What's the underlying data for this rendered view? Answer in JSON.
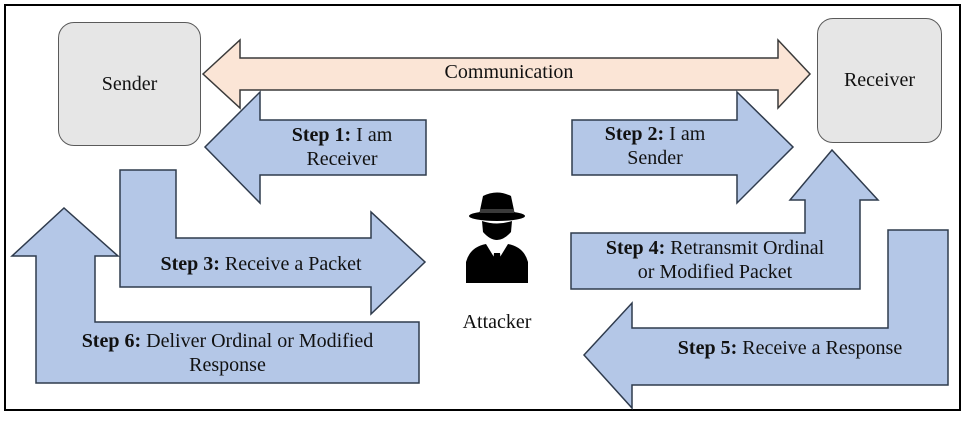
{
  "nodes": {
    "sender": "Sender",
    "receiver": "Receiver",
    "attacker": "Attacker"
  },
  "communication": "Communication",
  "steps": [
    {
      "label": "Step 1:",
      "line1": "I am",
      "line2": "Receiver"
    },
    {
      "label": "Step 2:",
      "line1": "I am",
      "line2": "Sender"
    },
    {
      "label": "Step 3:",
      "line1": "Receive a Packet"
    },
    {
      "label": "Step 4:",
      "line1": "Retransmit Ordinal",
      "line2": "or Modified Packet"
    },
    {
      "label": "Step 5:",
      "line1": "Receive a Response"
    },
    {
      "label": "Step 6:",
      "line1": "Deliver Ordinal or Modified",
      "line2": "Response"
    }
  ],
  "colors": {
    "arrow_fill": "#b4c7e7",
    "arrow_stroke": "#2f3b4d",
    "comm_fill": "#fbe5d6",
    "node_fill": "#e6e6e6",
    "frame": "#000000"
  },
  "icons": {
    "attacker": "hat-spy-icon"
  }
}
